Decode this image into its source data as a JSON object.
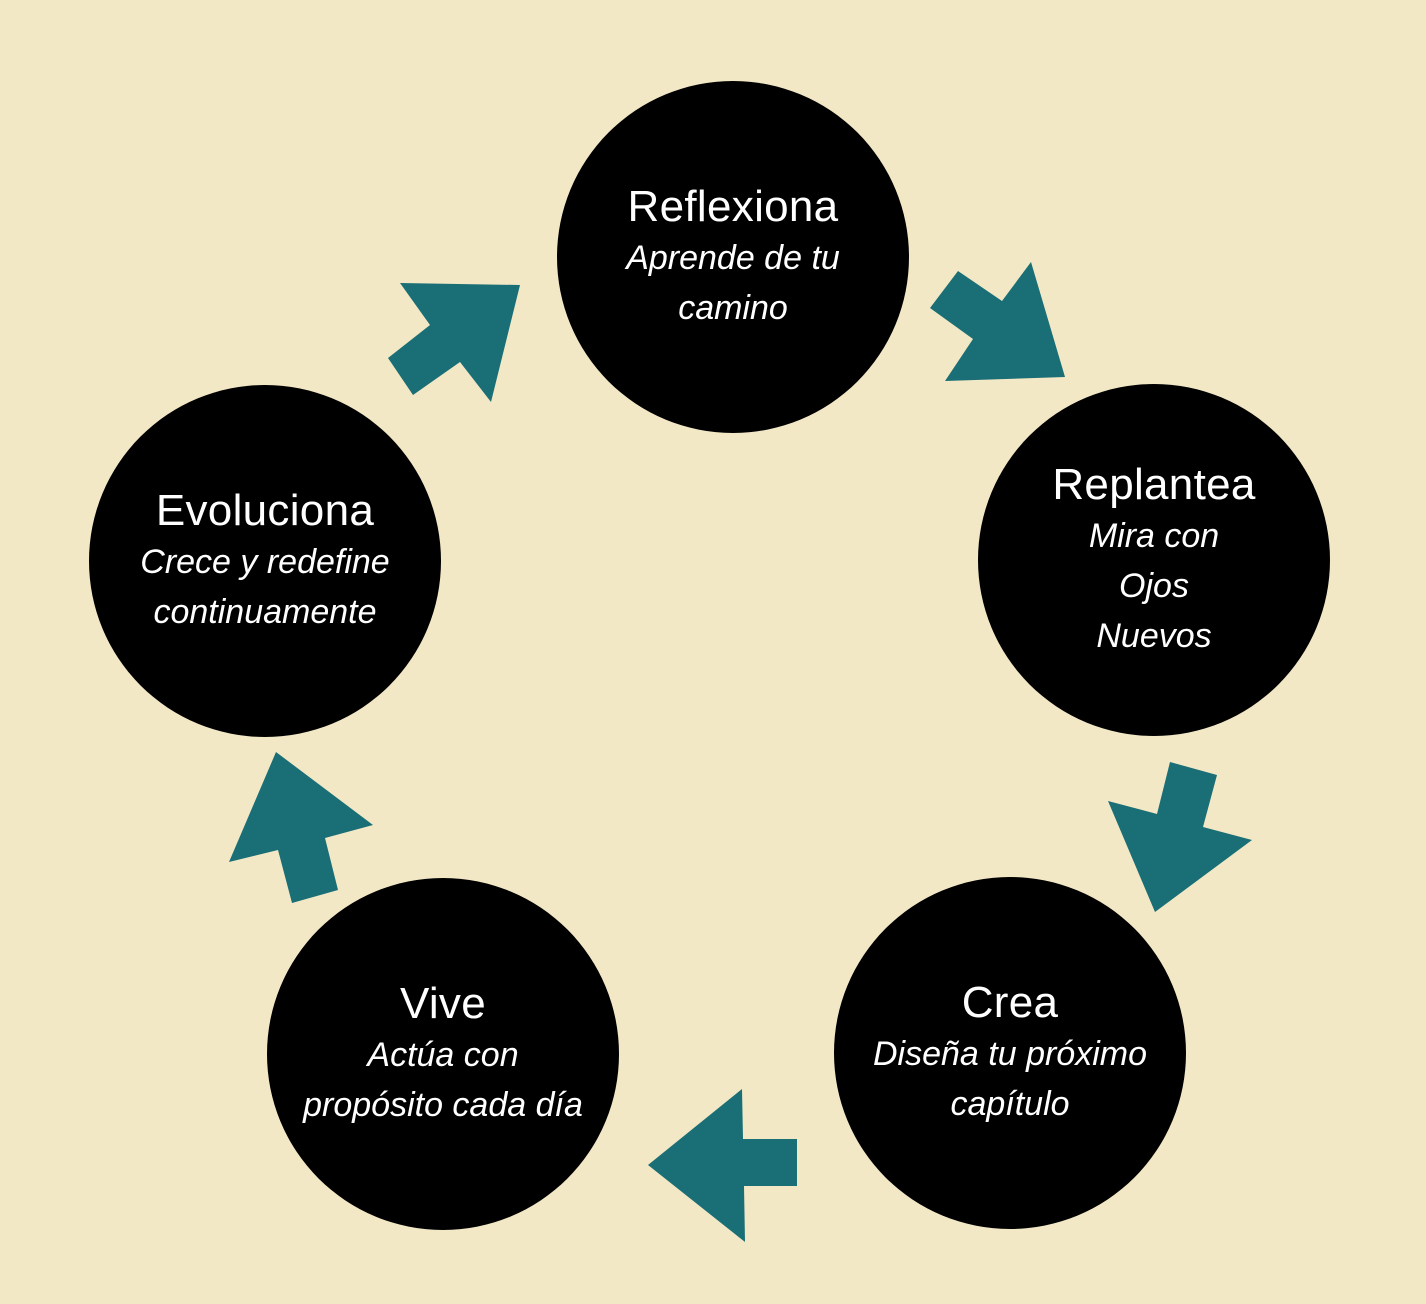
{
  "diagram": {
    "type": "cycle",
    "colors": {
      "background": "#F3E8C6",
      "node_fill": "#000000",
      "node_text": "#FFFFFF",
      "arrow": "#1A6E76"
    },
    "nodes": [
      {
        "title": "Reflexiona",
        "subtitle": "Aprende de tu camino"
      },
      {
        "title": "Replantea",
        "subtitle": "Mira con Ojos Nuevos"
      },
      {
        "title": "Crea",
        "subtitle": "Diseña tu próximo capítulo"
      },
      {
        "title": "Vive",
        "subtitle": "Actúa con propósito cada día"
      },
      {
        "title": "Evoluciona",
        "subtitle": "Crece y redefine continuamente"
      }
    ],
    "edges": [
      {
        "from": "Reflexiona",
        "to": "Replantea"
      },
      {
        "from": "Replantea",
        "to": "Crea"
      },
      {
        "from": "Crea",
        "to": "Vive"
      },
      {
        "from": "Vive",
        "to": "Evoluciona"
      },
      {
        "from": "Evoluciona",
        "to": "Reflexiona"
      }
    ]
  }
}
